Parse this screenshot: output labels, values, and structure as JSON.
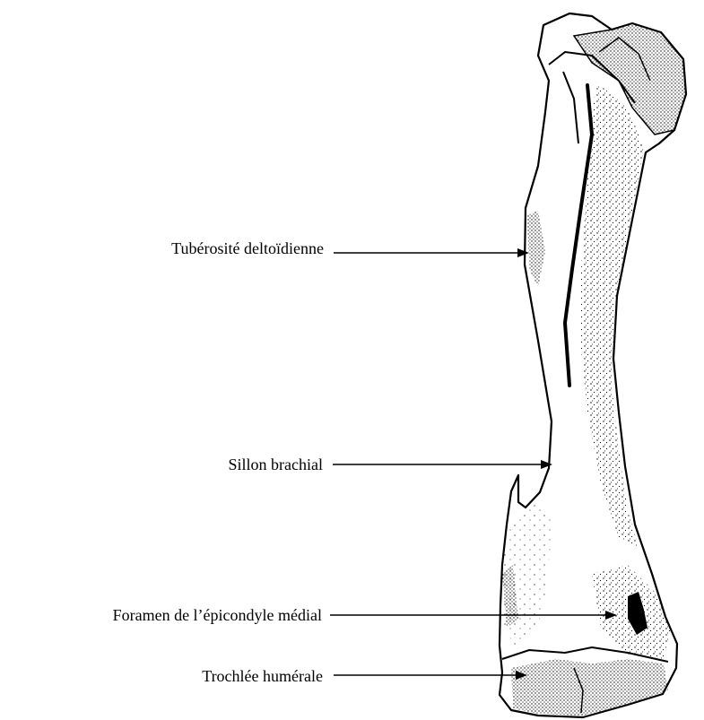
{
  "labels": [
    {
      "text": "Tubérosité deltoïdienne"
    },
    {
      "text": "Sillon brachial"
    },
    {
      "text": "Foramen de l’épicondyle médial"
    },
    {
      "text": "Trochlée humérale"
    }
  ],
  "colors": {
    "ink": "#000000",
    "background": "#ffffff"
  }
}
